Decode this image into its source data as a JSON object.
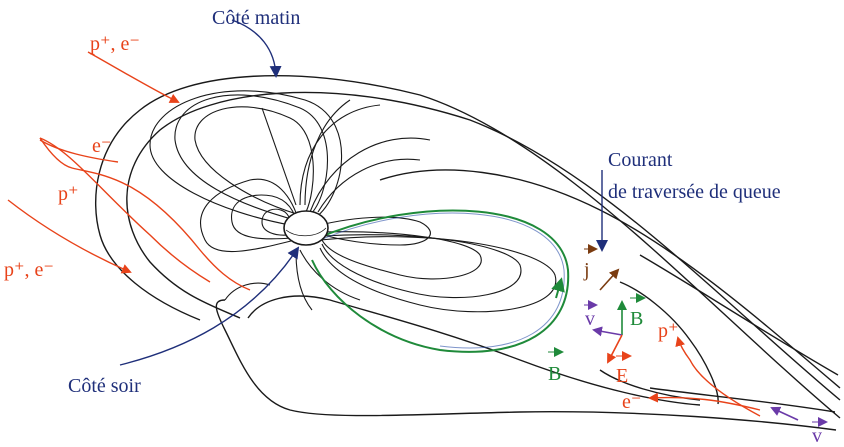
{
  "labels": {
    "morning_side": "Côté matin",
    "evening_side": "Côté soir",
    "current_line1": "Courant",
    "current_line2": "de traversée de queue",
    "particles_top": "p⁺, e⁻",
    "particles_left": "p⁺, e⁻",
    "electron_upper": "e⁻",
    "proton_upper": "p⁺",
    "proton_tail": "p⁺",
    "electron_tail": "e⁻",
    "vec_j": "j",
    "vec_B_loop": "B",
    "vec_B_tail": "B",
    "vec_v_tail": "v",
    "vec_E_tail": "E",
    "vec_v_lower": "v"
  },
  "colors": {
    "navy_text": "#1f2f7a",
    "particles": "#e8431a",
    "magnetic_field": "#1f8a3a",
    "current": "#7a3b10",
    "velocity": "#6a3aa8",
    "field_lines": "#1a1a1a"
  }
}
